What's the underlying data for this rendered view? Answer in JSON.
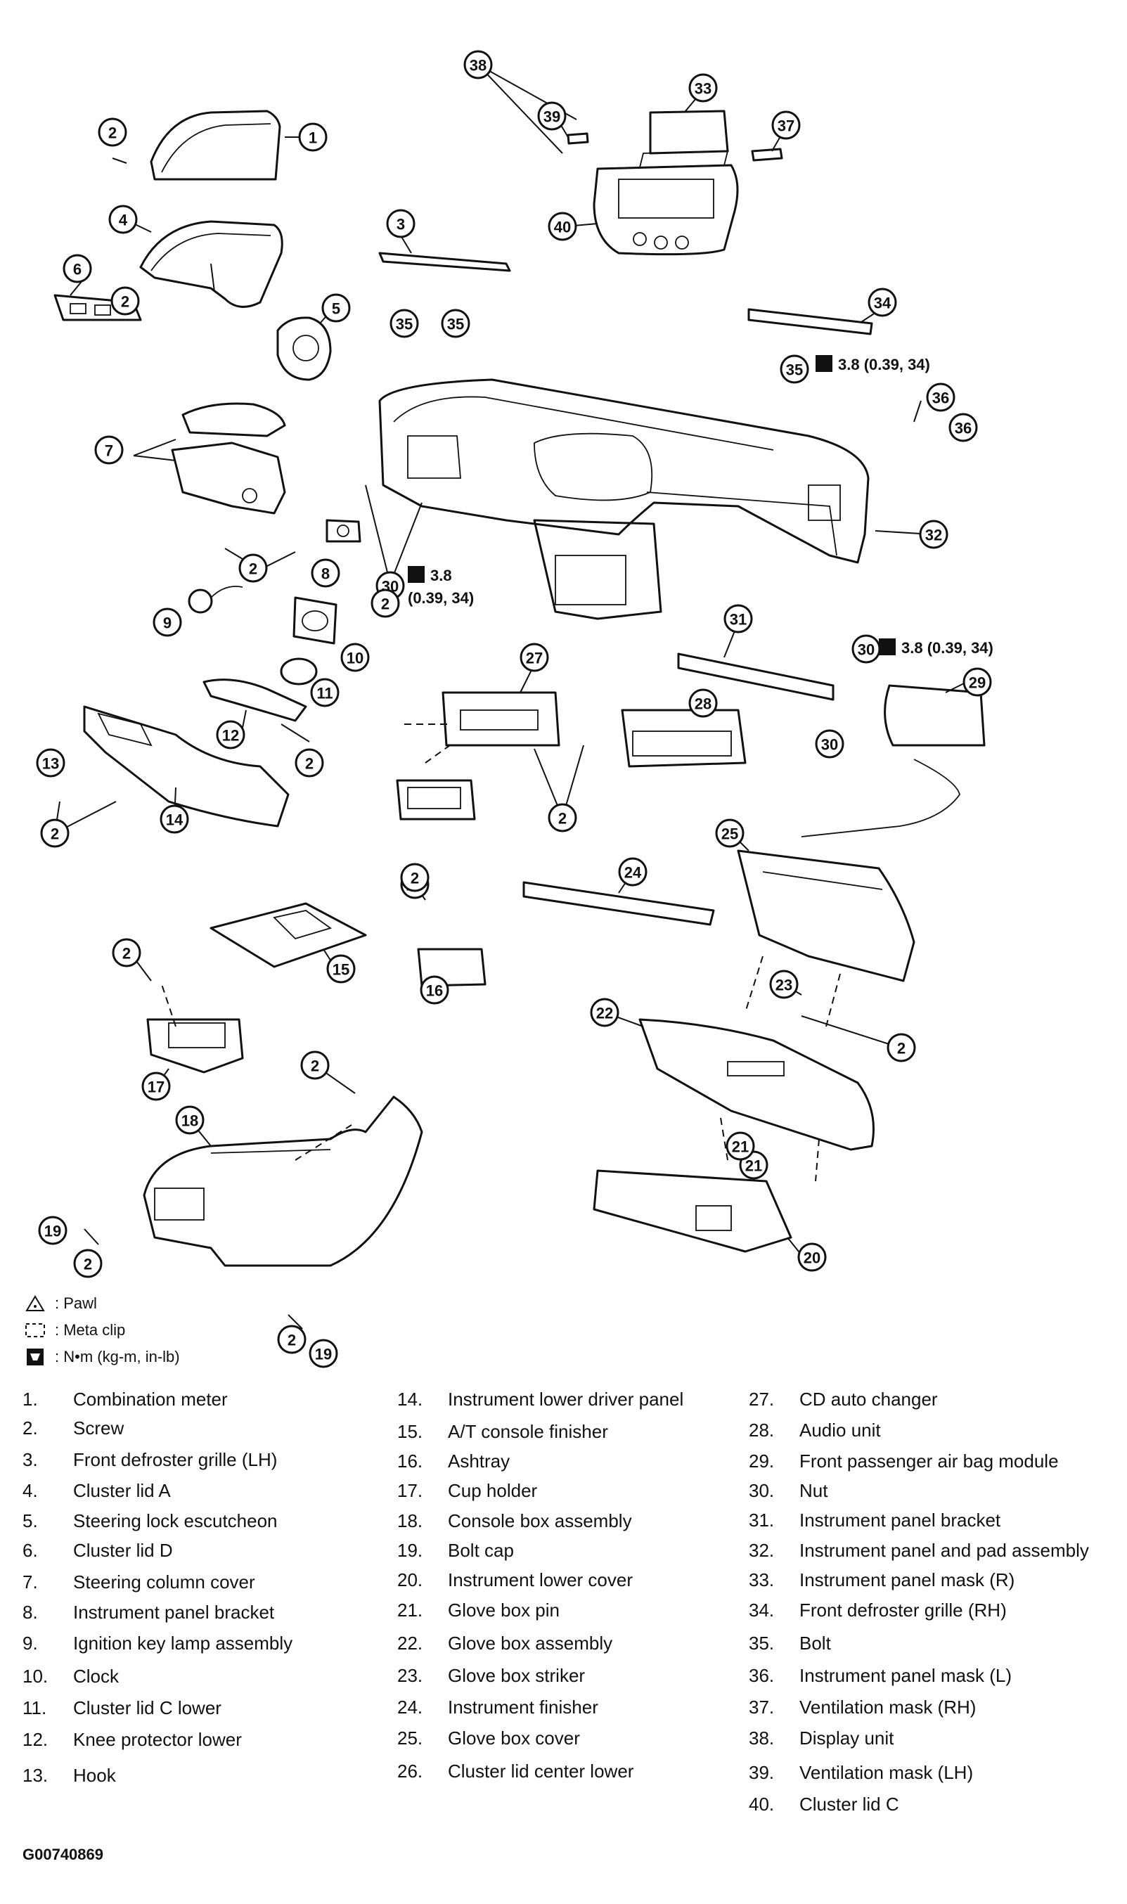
{
  "legend": {
    "pawl": ": Pawl",
    "metal_clip": ": Meta  clip",
    "torque_units": ": N•m (kg-m, in-lb)"
  },
  "torque_spec": "3.8 (0.39, 34)",
  "torque_spec_line1": "3.8",
  "torque_spec_line2": "(0.39, 34)",
  "callouts": [
    "1",
    "2",
    "3",
    "4",
    "5",
    "6",
    "7",
    "8",
    "9",
    "10",
    "11",
    "12",
    "13",
    "14",
    "15",
    "16",
    "17",
    "18",
    "19",
    "20",
    "21",
    "22",
    "23",
    "24",
    "25",
    "26",
    "27",
    "28",
    "29",
    "30",
    "31",
    "32",
    "33",
    "34",
    "35",
    "36",
    "37",
    "38",
    "39",
    "40"
  ],
  "parts": [
    {
      "num": "1.",
      "name": "Combination meter"
    },
    {
      "num": "2.",
      "name": "Screw"
    },
    {
      "num": "3.",
      "name": "Front defroster grille (LH)"
    },
    {
      "num": "4.",
      "name": "Cluster lid A"
    },
    {
      "num": "5.",
      "name": "Steering lock escutcheon"
    },
    {
      "num": "6.",
      "name": "Cluster lid D"
    },
    {
      "num": "7.",
      "name": "Steering column cover"
    },
    {
      "num": "8.",
      "name": "Instrument panel bracket"
    },
    {
      "num": "9.",
      "name": "Ignition key lamp  assembly"
    },
    {
      "num": "10.",
      "name": "Clock"
    },
    {
      "num": "11.",
      "name": "Cluster lid C lower"
    },
    {
      "num": "12.",
      "name": "Knee protector lower"
    },
    {
      "num": "13.",
      "name": "Hook"
    },
    {
      "num": "14.",
      "name": "Instrument lower driver panel"
    },
    {
      "num": "15.",
      "name": "A/T console finisher"
    },
    {
      "num": "16.",
      "name": "Ashtray"
    },
    {
      "num": "17.",
      "name": "Cup holder"
    },
    {
      "num": "18.",
      "name": "Console box assembly"
    },
    {
      "num": "19.",
      "name": "Bolt cap"
    },
    {
      "num": "20.",
      "name": "Instrument lower cover"
    },
    {
      "num": "21.",
      "name": "Glove box pin"
    },
    {
      "num": "22.",
      "name": "Glove box assembly"
    },
    {
      "num": "23.",
      "name": "Glove box striker"
    },
    {
      "num": "24.",
      "name": "Instrument finisher"
    },
    {
      "num": "25.",
      "name": "Glove box cover"
    },
    {
      "num": "26.",
      "name": "Cluster lid center lower"
    },
    {
      "num": "27.",
      "name": "CD auto changer"
    },
    {
      "num": "28.",
      "name": "Audio unit"
    },
    {
      "num": "29.",
      "name": "Front passenger air bag module"
    },
    {
      "num": "30.",
      "name": "Nut"
    },
    {
      "num": "31.",
      "name": "Instrument panel bracket"
    },
    {
      "num": "32.",
      "name": "Instrument panel and pad assembly"
    },
    {
      "num": "33.",
      "name": "Instrument panel mask (R)"
    },
    {
      "num": "34.",
      "name": "Front defroster grille (RH)"
    },
    {
      "num": "35.",
      "name": "Bolt"
    },
    {
      "num": "36.",
      "name": "Instrument panel mask (L)"
    },
    {
      "num": "37.",
      "name": "Ventilation mask (RH)"
    },
    {
      "num": "38.",
      "name": "Display unit"
    },
    {
      "num": "39.",
      "name": "Ventilation mask (LH)"
    },
    {
      "num": "40.",
      "name": "Cluster lid C"
    }
  ],
  "figure_id": "G00740869"
}
